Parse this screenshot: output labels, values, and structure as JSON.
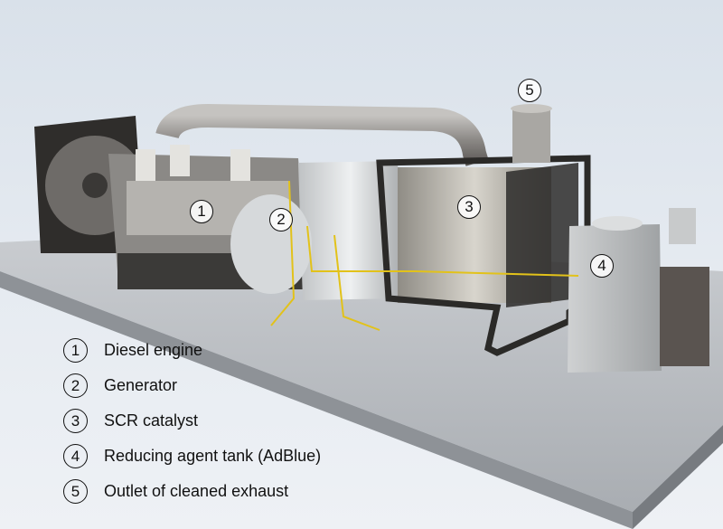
{
  "title": "Diesel generator set with SCR exhaust after-treatment",
  "callouts": [
    "1",
    "2",
    "3",
    "4",
    "5"
  ],
  "legend": [
    {
      "num": "1",
      "label": "Diesel engine"
    },
    {
      "num": "2",
      "label": "Generator"
    },
    {
      "num": "3",
      "label": "SCR catalyst"
    },
    {
      "num": "4",
      "label": "Reducing agent tank (AdBlue)"
    },
    {
      "num": "5",
      "label": "Outlet of cleaned exhaust"
    }
  ],
  "colors": {
    "frame": "#2b2a28",
    "pipe": "#9a9896",
    "platform": "#b9bcbf",
    "cable": "#e2c21a"
  }
}
